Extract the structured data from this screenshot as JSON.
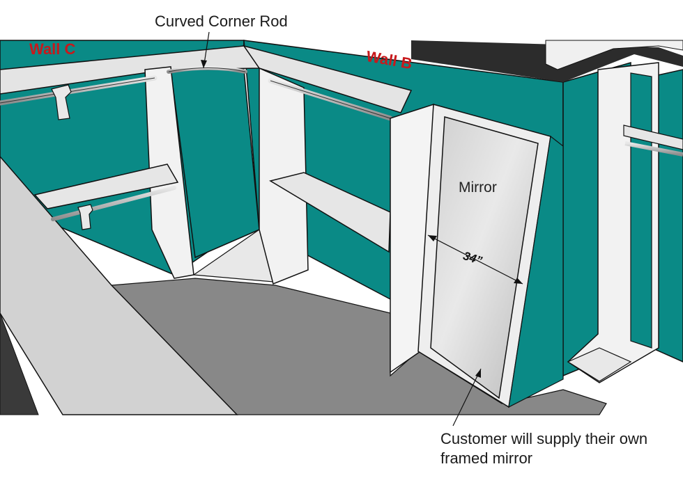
{
  "callouts": {
    "corner_rod": "Curved Corner Rod",
    "mirror_note_line1": "Customer will supply their own",
    "mirror_note_line2": "framed mirror"
  },
  "walls": {
    "wall_c": "Wall C",
    "wall_b": "Wall B"
  },
  "mirror": {
    "label": "Mirror",
    "width_dimension": "34”"
  },
  "colors": {
    "wall_teal": "#0a8a86",
    "wall_teal_dark": "#08716e",
    "floor": "#888888",
    "cabinet": "#f2f2f2",
    "outline": "#111111",
    "label_red": "#c8191c"
  }
}
